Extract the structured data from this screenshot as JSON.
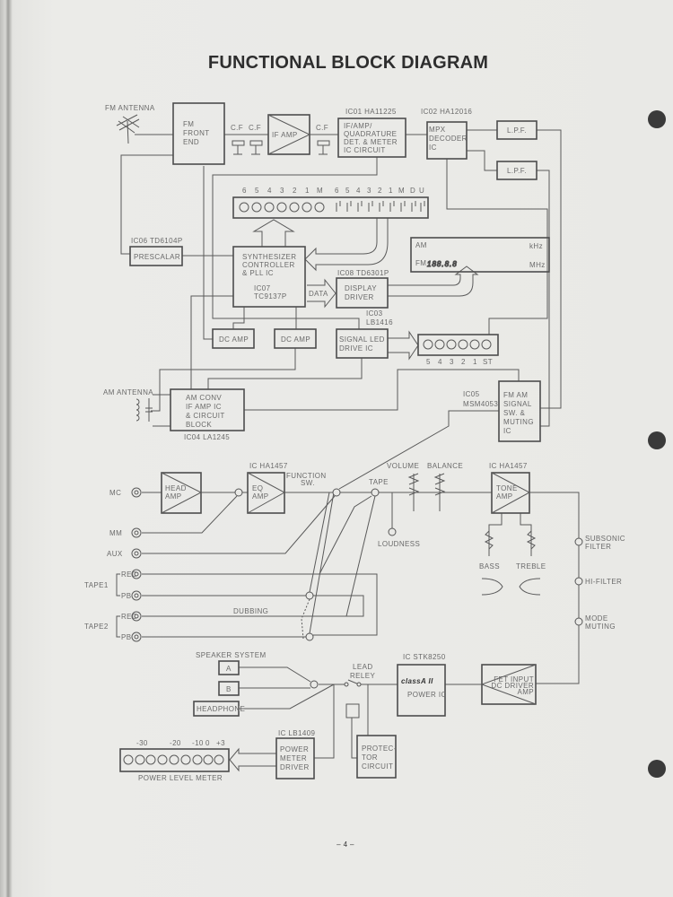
{
  "title": "FUNCTIONAL BLOCK DIAGRAM",
  "page_number": "– 4 –",
  "tuner": {
    "fm_antenna": "FM ANTENNA",
    "fm_front_end": [
      "FM",
      "FRONT",
      "END"
    ],
    "cf": [
      "C.F",
      "C.F",
      "C.F"
    ],
    "if_amp": "IF AMP",
    "ic01": {
      "label": "IC01 HA11225",
      "lines": [
        "IF/AMP/",
        "QUADRATURE",
        "DET. & METER",
        "IC CIRCUIT"
      ]
    },
    "ic02": {
      "label": "IC02 HA12016",
      "lines": [
        "MPX",
        "DECODER",
        "IC"
      ]
    },
    "lpf": [
      "L.P.F.",
      "L.P.F."
    ],
    "preset_led_labels": [
      "6",
      "5",
      "4",
      "3",
      "2",
      "1",
      "M"
    ],
    "preset_switch_labels": [
      "6",
      "5",
      "4",
      "3",
      "2",
      "1",
      "M",
      "D",
      "U"
    ],
    "ic06": {
      "label": "IC06 TD6104P",
      "name": "PRESCALAR"
    },
    "ic07": {
      "lines": [
        "SYNTHESIZER",
        "CONTROLLER",
        "& PLL IC"
      ],
      "label": [
        "IC07",
        "TC9137P"
      ]
    },
    "display": {
      "am": "AM",
      "fm": "FM",
      "digits": "188.8.8",
      "khz": "kHz",
      "mhz": "MHz"
    },
    "ic08": {
      "label": "IC08 TD6301P",
      "lines": [
        "DISPLAY",
        "DRIVER"
      ]
    },
    "data_arrow": "DATA",
    "dc_amp": [
      "DC AMP",
      "DC AMP"
    ],
    "ic03": {
      "label": [
        "IC03",
        "LB1416"
      ],
      "lines": [
        "SIGNAL LED",
        "DRIVE IC"
      ]
    },
    "signal_led_labels": [
      "5",
      "4",
      "3",
      "2",
      "1",
      "ST"
    ],
    "am_antenna": "AM ANTENNA",
    "ic04": {
      "label": "IC04 LA1245",
      "lines": [
        "AM CONV",
        "IF AMP IC",
        "& CIRCUIT",
        "BLOCK"
      ]
    },
    "ic05": {
      "label": [
        "IC05",
        "MSM4053"
      ],
      "lines": [
        "FM AM",
        "SIGNAL",
        "SW. &",
        "MUTING",
        "IC"
      ]
    }
  },
  "amp": {
    "inputs": {
      "mc": "MC",
      "mm": "MM",
      "aux": "AUX",
      "tape1": "TAPE1",
      "tape2": "TAPE2",
      "rec": "REC",
      "pb": "PB"
    },
    "head_amp": [
      "HEAD",
      "AMP"
    ],
    "eq_ic": "IC HA1457",
    "eq_amp": [
      "EQ",
      "AMP"
    ],
    "function_sw": [
      "FUNCTION",
      "SW."
    ],
    "tape": "TAPE",
    "volume": "VOLUME",
    "balance": "BALANCE",
    "loudness": "LOUDNESS",
    "tone_ic": "IC HA1457",
    "tone_amp": [
      "TONE",
      "AMP"
    ],
    "bass": "BASS",
    "treble": "TREBLE",
    "subsonic": [
      "SUBSONIC",
      "FILTER"
    ],
    "hi_filter": "HI-FILTER",
    "mode_muting": [
      "MODE",
      "MUTING"
    ],
    "dubbing": "DUBBING",
    "speaker_system": "SPEAKER SYSTEM",
    "speaker_a": "A",
    "speaker_b": "B",
    "headphone": "HEADPHONE",
    "lead_relay": [
      "LEAD",
      "RELEY"
    ],
    "power_ic_label": "IC STK8250",
    "power_ic_logo": "classA II",
    "power_ic": "POWER IC",
    "fet_amp": [
      "FET INPUT",
      "DC DRIVER",
      "AMP"
    ],
    "meter_ic": "IC LB1409",
    "meter_driver": [
      "POWER",
      "METER",
      "DRIVER"
    ],
    "protector": [
      "PROTEC-",
      "TOR",
      "CIRCUIT"
    ],
    "meter_scale": [
      "-30",
      "-20",
      "-10",
      "0",
      "+3"
    ],
    "power_level_meter": "POWER LEVEL METER"
  }
}
